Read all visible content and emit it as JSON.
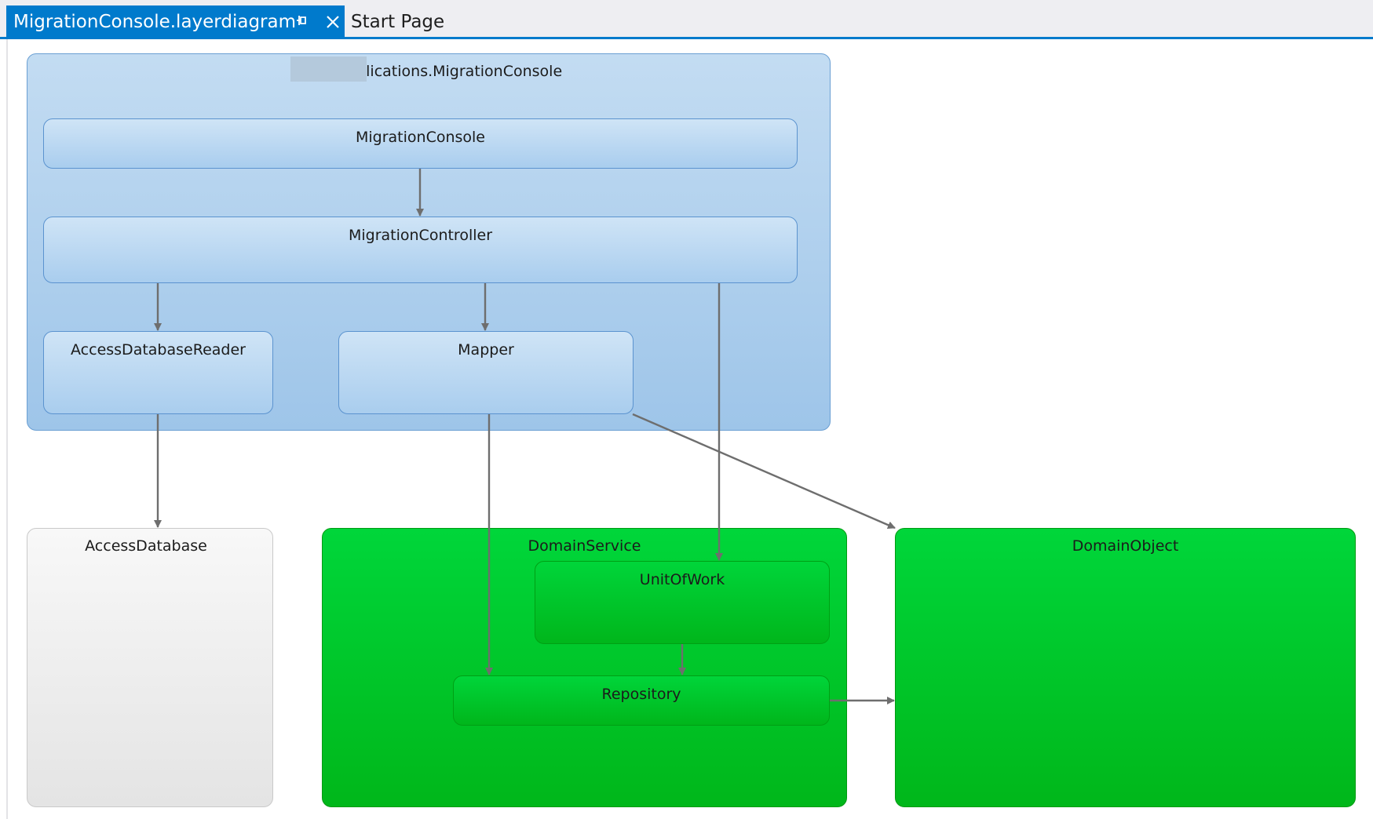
{
  "tabs": {
    "active": {
      "title": "MigrationConsole.layerdiagram",
      "pin_icon": "pin-icon",
      "close_icon": "close-icon"
    },
    "inactive": {
      "title": "Start Page"
    }
  },
  "diagram": {
    "app_layer": {
      "label_suffix": ".Applications.MigrationConsole"
    },
    "layers": {
      "migration_console": "MigrationConsole",
      "migration_controller": "MigrationController",
      "access_database_reader": "AccessDatabaseReader",
      "mapper": "Mapper",
      "access_database": "AccessDatabase",
      "domain_service": "DomainService",
      "unit_of_work": "UnitOfWork",
      "repository": "Repository",
      "domain_object": "DomainObject"
    },
    "dependencies": [
      {
        "from": "MigrationConsole",
        "to": "MigrationController"
      },
      {
        "from": "MigrationController",
        "to": "AccessDatabaseReader"
      },
      {
        "from": "MigrationController",
        "to": "Mapper"
      },
      {
        "from": "MigrationController",
        "to": "UnitOfWork"
      },
      {
        "from": "AccessDatabaseReader",
        "to": "AccessDatabase"
      },
      {
        "from": "Mapper",
        "to": "Repository"
      },
      {
        "from": "Mapper",
        "to": "DomainObject"
      },
      {
        "from": "UnitOfWork",
        "to": "Repository"
      },
      {
        "from": "Repository",
        "to": "DomainObject"
      }
    ],
    "colors": {
      "app_layer_fill": "#b5d3ef",
      "domain_fill": "#00c62a",
      "external_fill": "#f0f0f0",
      "arrow": "#6e6e6e",
      "tab_accent": "#007acc"
    }
  }
}
